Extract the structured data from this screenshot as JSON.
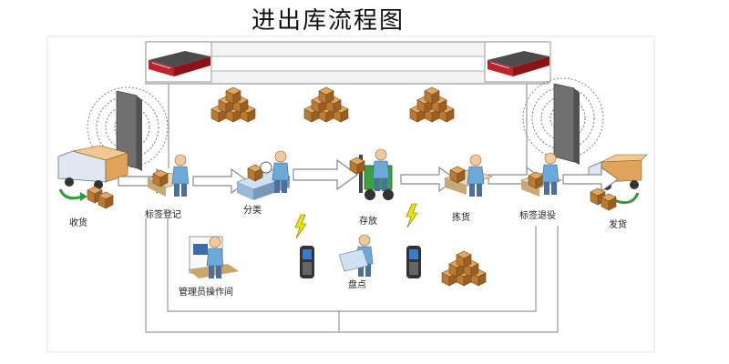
{
  "title": "进出库流程图",
  "stages": {
    "receive": "收货",
    "tag_register": "标签登记",
    "sort": "分类",
    "store": "存放",
    "pick": "拣货",
    "tag_return": "标签退役",
    "ship": "发货",
    "inventory": "盘点",
    "admin": "管理员操作间"
  },
  "icons": {
    "reader": "rfid-reader-icon",
    "antenna": "rfid-antenna-icon",
    "boxes": "box-stack-icon",
    "truck": "delivery-truck-icon",
    "worker": "worker-icon",
    "forklift": "forklift-icon",
    "handheld": "handheld-terminal-icon",
    "signal": "wireless-signal-icon",
    "arrow": "flow-arrow-icon"
  },
  "colors": {
    "conveyor_fill": "#f3f3f3",
    "conveyor_edge": "#9a9a9a",
    "arrow_fill": "#ffffff",
    "arrow_edge": "#8a8a8a",
    "box": "#c8893b",
    "reader_red": "#c0242b",
    "worker_shirt": "#6aa9d8",
    "truck_body": "#e0a35a",
    "lightning": "#f2e200"
  }
}
